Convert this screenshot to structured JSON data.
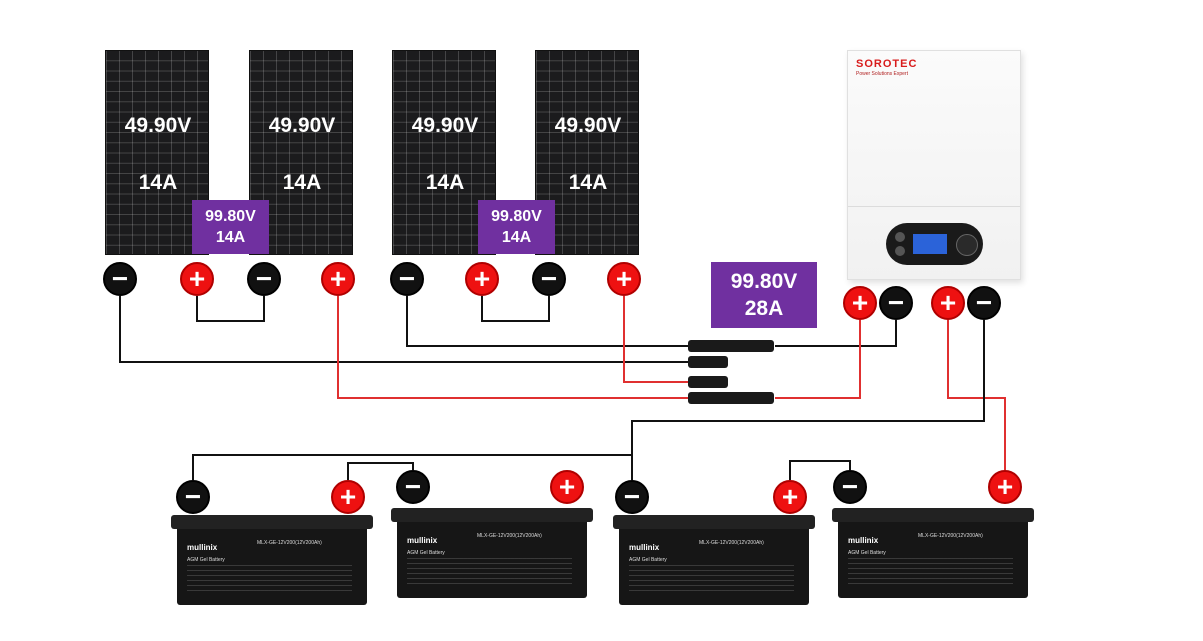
{
  "solar_panels": [
    {
      "voltage": "49.90V",
      "current": "14A"
    },
    {
      "voltage": "49.90V",
      "current": "14A"
    },
    {
      "voltage": "49.90V",
      "current": "14A"
    },
    {
      "voltage": "49.90V",
      "current": "14A"
    }
  ],
  "string_labels": [
    {
      "voltage": "99.80V",
      "current": "14A"
    },
    {
      "voltage": "99.80V",
      "current": "14A"
    }
  ],
  "combined_label": {
    "voltage": "99.80V",
    "current": "28A"
  },
  "terminals": {
    "positive": "+",
    "negative": "−"
  },
  "inverter": {
    "brand": "SOROTEC",
    "tagline": "Power Solutions Expert",
    "display_icon": "lcd-display-icon"
  },
  "batteries": [
    {
      "brand": "mullinix",
      "model": "MLX-GE-12V200(12V200Ah)",
      "type": "AGM Gel Battery"
    },
    {
      "brand": "mullinix",
      "model": "MLX-GE-12V200(12V200Ah)",
      "type": "AGM Gel Battery"
    },
    {
      "brand": "mullinix",
      "model": "MLX-GE-12V200(12V200Ah)",
      "type": "AGM Gel Battery"
    },
    {
      "brand": "mullinix",
      "model": "MLX-GE-12V200(12V200Ah)",
      "type": "AGM Gel Battery"
    }
  ],
  "colors": {
    "positive_wire": "#e03030",
    "negative_wire": "#111111",
    "label_bg": "#7030a0"
  }
}
